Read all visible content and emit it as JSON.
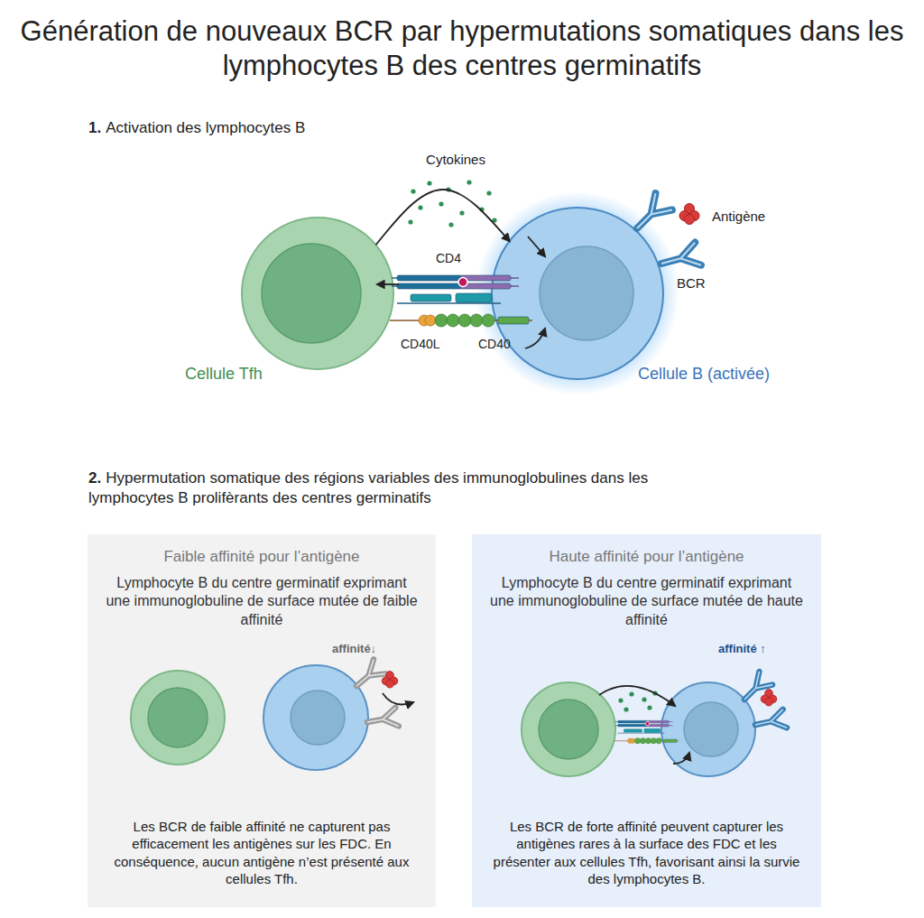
{
  "diagram": {
    "title": "Génération de nouveaux BCR par hypermutations somatiques dans les lymphocytes B des centres germinatifs",
    "nodes": [
      {
        "text": [
          "Cellule Tfh"
        ]
      },
      {
        "text": [
          "Cellule B (activée)"
        ]
      },
      {
        "text": [
          "Faible affinité pour l’antigène",
          "Lymphocyte B du centre germinatif exprimant une immunoglobuline de surface mutée de faible affinité",
          "Les BCR de faible affinité ne capturent pas efficacement les antigènes sur les FDC. En conséquence, aucun antigène n’est présenté aux cellules Tfh."
        ]
      },
      {
        "text": [
          "Haute affinité pour l’antigène",
          "Lymphocyte B du centre germinatif exprimant une immunoglobuline de surface mutée de haute affinité",
          "Les BCR de forte affinité peuvent capturer les antigènes rares à la surface des FDC et les présenter aux cellules Tfh, favorisant ainsi la survie des lymphocytes B."
        ]
      }
    ],
    "edges": [
      {
        "from": 0,
        "to": 1,
        "label": "Cytokines",
        "arrow": "to"
      }
    ],
    "labels": [
      "1.",
      "Activation des lymphocytes B",
      "CD4",
      "CD40L",
      "CD40",
      "Antigène",
      "BCR",
      "2.",
      "Hypermutation somatique des régions variables des immunoglobulines dans les lymphocytes B prolifèrants des centres germinatifs",
      "affinité↓",
      "affinité ↑"
    ]
  }
}
